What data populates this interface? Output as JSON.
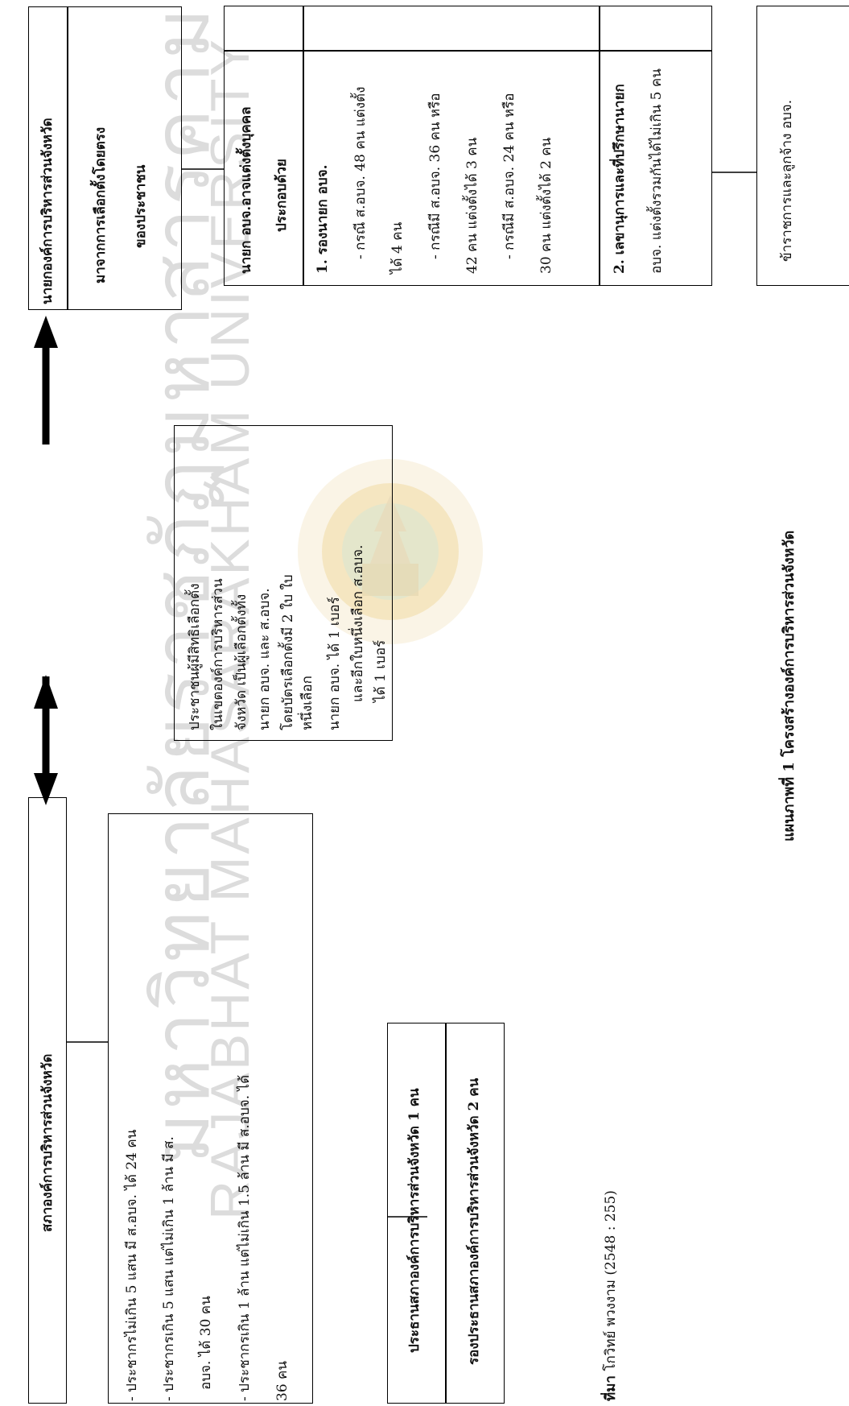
{
  "watermark": {
    "thai": "มหาวิทยาลัยราชภัฏมหาสารคาม",
    "english": "RAJABHAT MAHASARAKHAM UNIVERSITY"
  },
  "council_box": {
    "title": "สภาองค์การบริหารส่วนจังหวัด",
    "lines": [
      "- ประชากรไม่เกิน 5 แสน มี ส.อบจ. ได้ 24 คน",
      "- ประชากรเกิน 5 แสน แต่ไม่เกิน 1 ล้าน มี ส.",
      "อบจ. ได้ 30 คน",
      "- ประชากรเกิน 1 ล้าน แต่ไม่เกิน 1.5 ล้าน มี ส.อบจ. ได้",
      "36 คน"
    ],
    "officers": [
      "ประธานสภาองค์การบริหารส่วนจังหวัด 1 คน",
      "รองประธานสภาองค์การบริหารส่วนจังหวัด 2 คน"
    ]
  },
  "voters_box": {
    "lines": [
      "ประชาชนผู้มีสิทธิเลือกตั้ง",
      "ในเขตองค์การบริหารส่วน",
      "จังหวัด เป็นผู้เลือกตั้งทั้ง",
      "นายก อบจ. และ ส.อบจ.",
      "โดยบัตรเลือกตั้งมี 2 ใบ ใบ",
      "หนึ่งเลือก",
      "นายก อบจ.  ได้ 1 เบอร์",
      "และอีกใบหนึ่งเลือก ส.อบจ.",
      "ได้ 1 เบอร์"
    ]
  },
  "mayor_box": {
    "title": "นายกองค์การบริหารส่วนจังหวัด",
    "subtitle": [
      "มาจากการเลือกตั้งโดยตรง",
      "ของประชาชน"
    ]
  },
  "appoint_box": {
    "title": [
      "นายก อบจ.อาจแต่งตั้งบุคคล",
      "ประกอบด้วย"
    ],
    "deputy_heading": "1.   รองนายก อบจ.",
    "deputy_lines": [
      "- กรณี ส.อบจ. 48 คน แต่งตั้ง",
      "ได้ 4 คน",
      "- กรณีมี ส.อบจ. 36 คน หรือ",
      "42 คน แต่งตั้งได้ 3 คน",
      "- กรณีมี ส.อบจ. 24 คน หรือ",
      "30 คน แต่งตั้งได้ 2 คน"
    ],
    "secretary_lines": [
      "2. เลขานุการและที่ปรึกษานายก",
      "อบจ. แต่งตั้งรวมกันได้ไม่เกิน 5 คน"
    ]
  },
  "staff_box": {
    "label": "ข้าราชการและลูกจ้าง อบจ."
  },
  "caption": "แผนภาพที่ 1 โครงสร้างองค์การบริหารส่วนจังหวัด",
  "source": {
    "label": "ที่มา",
    "text": " โกวิทย์ พวงงาม (2548 : 255)"
  }
}
